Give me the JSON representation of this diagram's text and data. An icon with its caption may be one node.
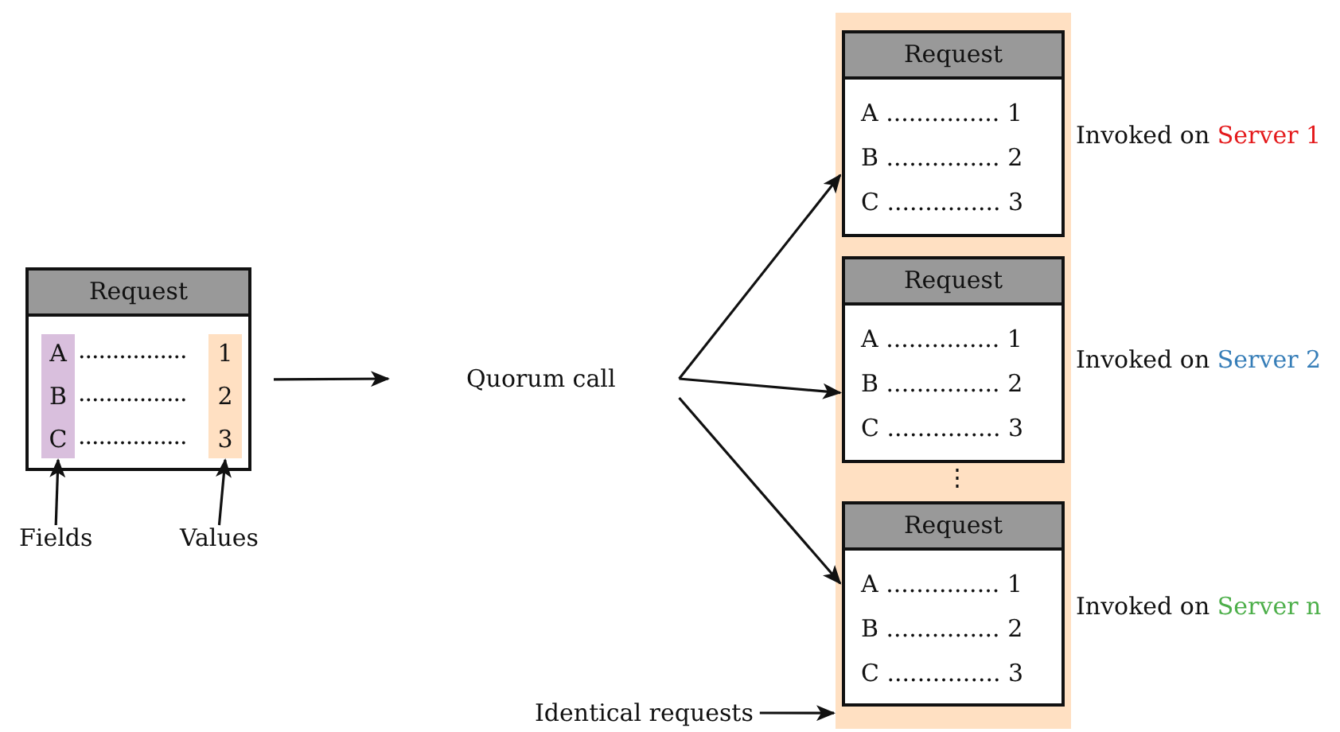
{
  "diagram": {
    "nodes": [
      {
        "text": [
          "Request",
          "................",
          "................",
          "................"
        ]
      },
      {
        "text": [
          "A",
          "B",
          "C"
        ],
        "in": 0
      },
      {
        "text": [
          "1",
          "2",
          "3"
        ],
        "in": 0
      },
      {
        "text": [
          "Fields"
        ]
      },
      {
        "text": [
          "Values"
        ]
      },
      {
        "text": [
          "Quorum call"
        ]
      },
      {
        "text": [],
        "shape": "bar"
      },
      {
        "text": [
          "Request",
          "A ............... 1",
          "B ............... 2",
          "C ............... 3"
        ],
        "in": 6,
        "beside": [
          "Invoked on",
          "Server 1"
        ]
      },
      {
        "text": [
          "Request",
          "A ............... 1",
          "B ............... 2",
          "C ............... 3"
        ],
        "in": 6,
        "beside": [
          "Invoked on",
          "Server 2"
        ]
      },
      {
        "text": [
          "Request",
          "A ............... 1",
          "B ............... 2",
          "C ............... 3"
        ],
        "in": 6,
        "beside": [
          "Invoked on",
          "Server n"
        ]
      },
      {
        "text": [
          "Identical requests"
        ]
      }
    ],
    "edges": [
      {
        "from": 3,
        "to": 1,
        "arrow": "to"
      },
      {
        "from": 4,
        "to": 2,
        "arrow": "to"
      },
      {
        "from": 0,
        "to": 5,
        "arrow": "to"
      },
      {
        "from": 5,
        "to": 7,
        "arrow": "to"
      },
      {
        "from": 5,
        "to": 8,
        "arrow": "to"
      },
      {
        "from": 5,
        "to": 9,
        "arrow": "to"
      },
      {
        "from": 10,
        "to": 6,
        "arrow": "to"
      }
    ],
    "labels": [
      "⋮"
    ]
  }
}
